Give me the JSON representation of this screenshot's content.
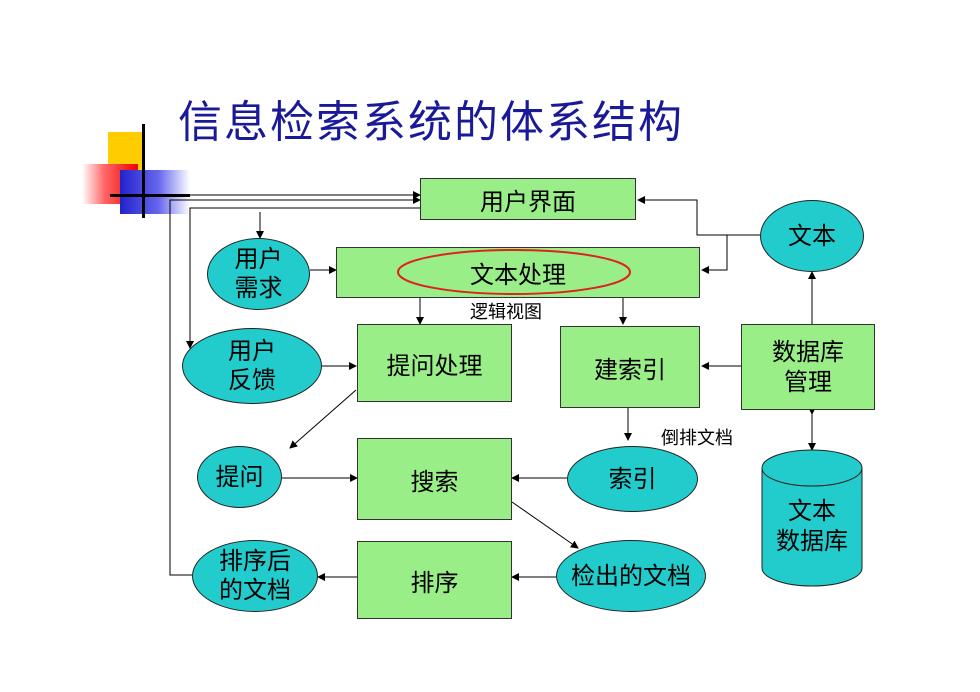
{
  "title": "信息检索系统的体系结构",
  "colors": {
    "box_fill": "#99ee88",
    "oval_fill": "#22cccc",
    "title": "#1a1a99",
    "highlight_ring": "#dd2222"
  },
  "nodes": {
    "user_interface": "用户界面",
    "text_processing": "文本处理",
    "query_processing": "提问处理",
    "build_index": "建索引",
    "db_management": [
      "数据库",
      "管理"
    ],
    "search": "搜索",
    "ranking": "排序",
    "user_need": [
      "用户",
      "需求"
    ],
    "user_feedback": [
      "用户",
      "反馈"
    ],
    "query": "提问",
    "index": "索引",
    "retrieved_docs": "检出的文档",
    "ranked_docs": [
      "排序后",
      "的文档"
    ],
    "text": "文本",
    "text_database": [
      "文本",
      "数据库"
    ]
  },
  "edge_labels": {
    "logical_view": "逻辑视图",
    "inverted_file": "倒排文档"
  }
}
